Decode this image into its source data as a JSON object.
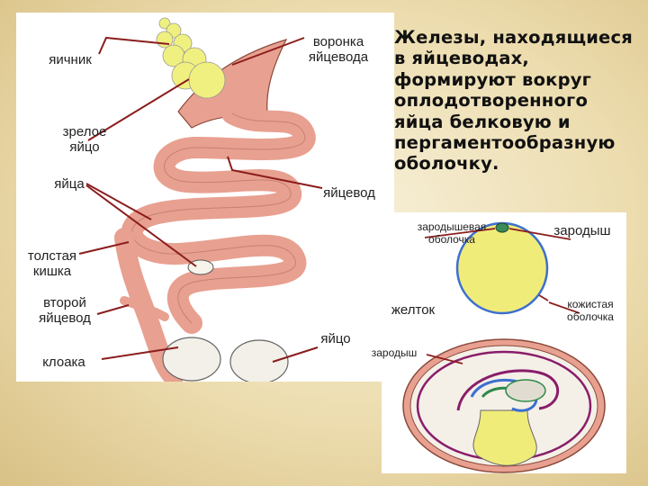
{
  "heading": "Железы, находящиеся в яйцеводах, формируют вокруг оплодотворенного яйца белковую и пергаментообразную оболочку.",
  "left_labels": {
    "ovary": "яичник",
    "funnel": "воронка яйцевода",
    "mature_egg": "зрелое яйцо",
    "eggs": "яйца",
    "oviduct": "яйцевод",
    "large_intestine": "толстая кишка",
    "second_oviduct": "второй яйцевод",
    "cloaca": "клоака",
    "egg": "яйцо"
  },
  "right_labels": {
    "germinal_membrane": "зародышевая оболочка",
    "embryo_top": "зародыш",
    "yolk": "желток",
    "leathery_shell": "кожистая оболочка",
    "embryo_bottom": "зародыш"
  },
  "colors": {
    "background": "#ecdcae",
    "oviduct": "#e8a090",
    "ovary": "#f0f080",
    "yolk": "#f0ec7a",
    "membrane_blue": "#3d6fd0",
    "pointer": "#8b1d1d"
  }
}
